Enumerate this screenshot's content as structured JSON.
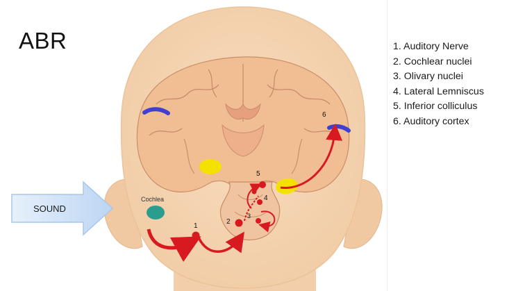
{
  "title": "ABR",
  "sound_label": "SOUND",
  "cochlea_label": "Cochlea",
  "node_numbers": [
    "1",
    "2",
    "3",
    "4",
    "5",
    "6"
  ],
  "legend": [
    "1. Auditory Nerve",
    "2. Cochlear nuclei",
    "3. Olivary nuclei",
    "4. Lateral Lemniscus",
    "5. Inferior colliculus",
    "6. Auditory cortex"
  ],
  "colors": {
    "skin": "#f5d6b4",
    "brain": "#f1bd93",
    "brain_stroke": "#c98d68",
    "pathway": "#d71920",
    "cochlea": "#2a9d8f",
    "cortex": "#4040d0",
    "thalamus": "#f5e100",
    "arrow": "#cfe2f7"
  }
}
